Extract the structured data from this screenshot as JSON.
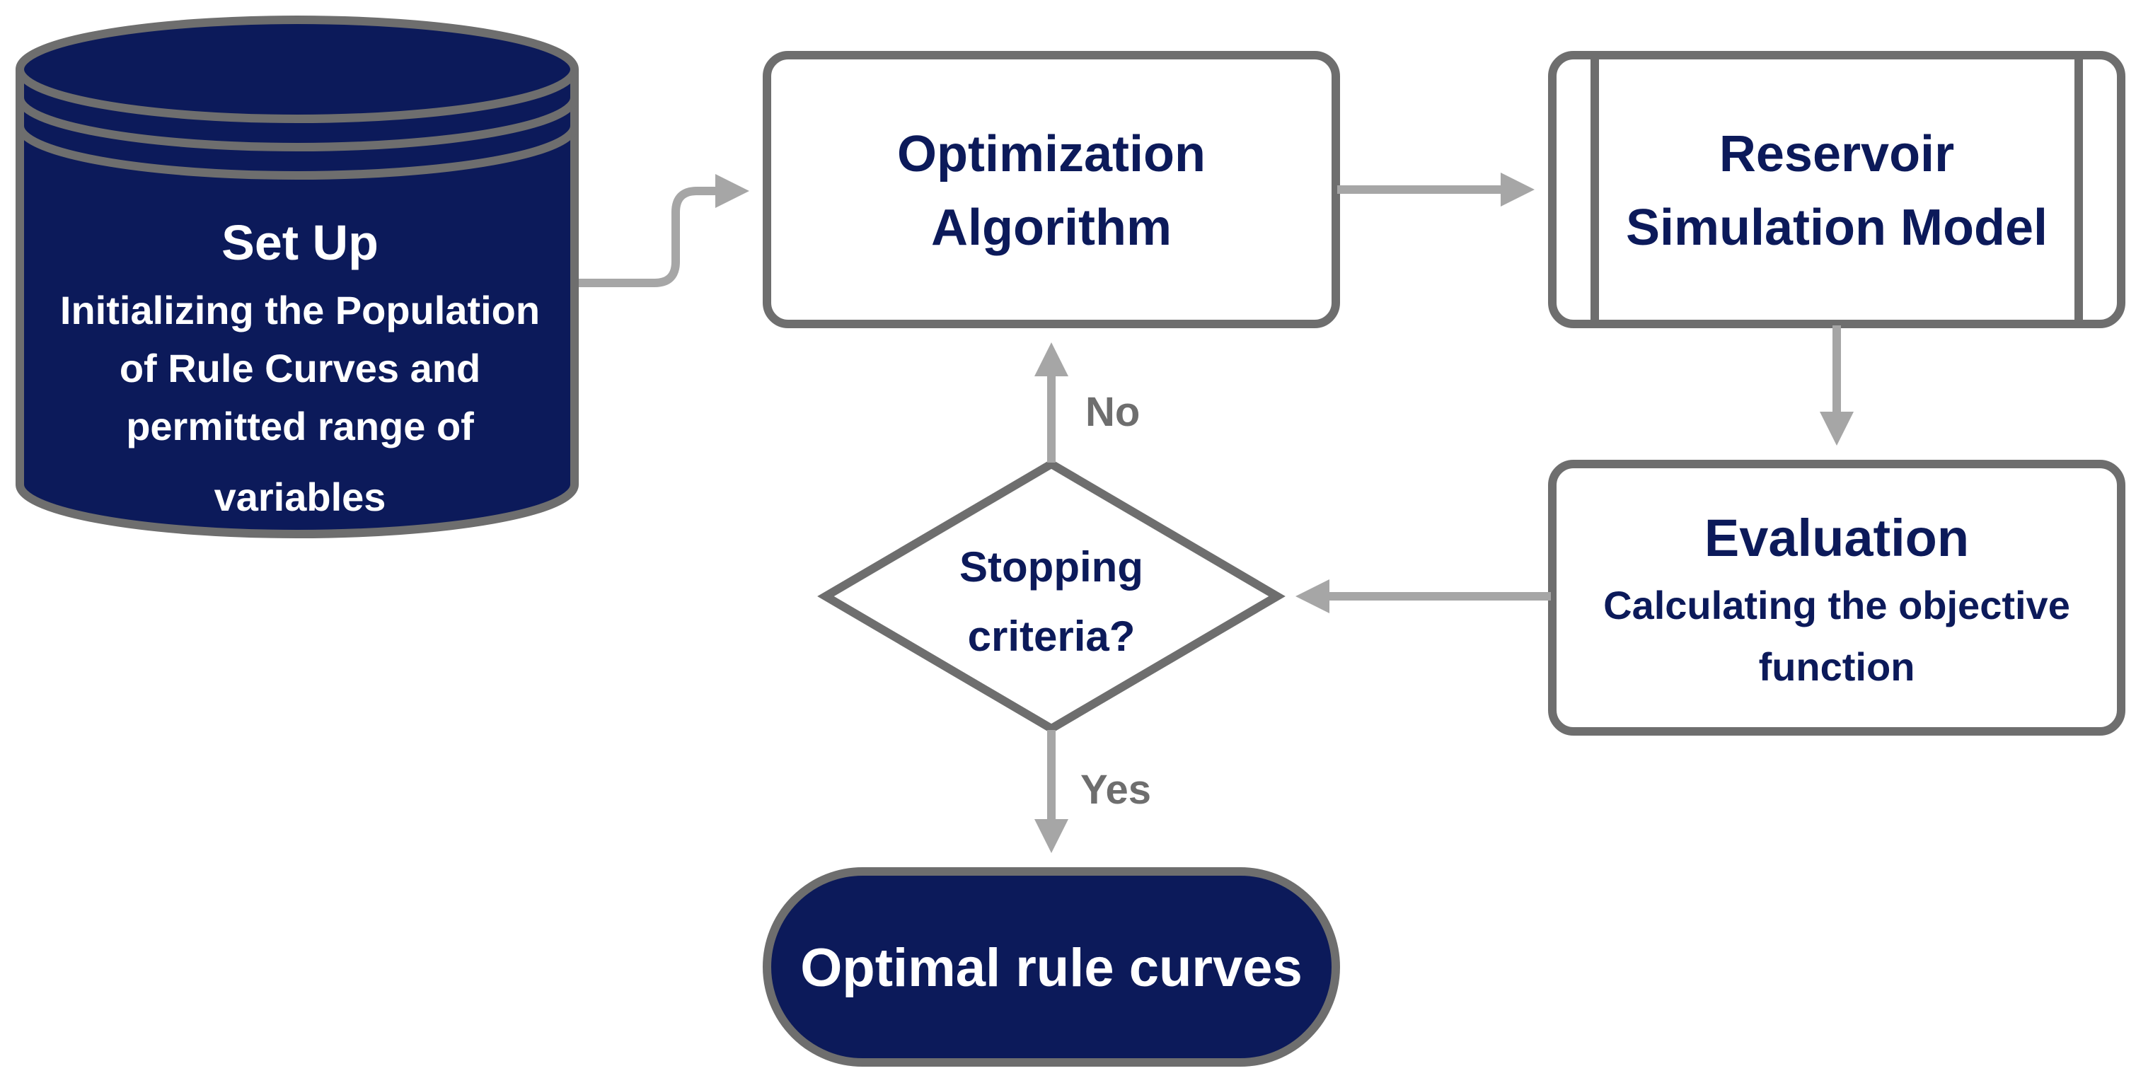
{
  "colors": {
    "navy": "#0c1a5a",
    "border": "#6e6e6e",
    "arrow": "#a6a6a6",
    "box_fill": "#ffffff"
  },
  "setup": {
    "title": "Set Up",
    "lines": [
      "Initializing the Population",
      "of Rule Curves and",
      "permitted range of",
      "variables"
    ]
  },
  "optimization": {
    "lines": [
      "Optimization",
      "Algorithm"
    ]
  },
  "reservoir": {
    "lines": [
      "Reservoir",
      "Simulation Model"
    ]
  },
  "evaluation": {
    "title": "Evaluation",
    "lines": [
      "Calculating the objective",
      "function"
    ]
  },
  "decision": {
    "lines": [
      "Stopping",
      "criteria?"
    ]
  },
  "labels": {
    "no": "No",
    "yes": "Yes"
  },
  "result": {
    "label": "Optimal rule curves"
  }
}
